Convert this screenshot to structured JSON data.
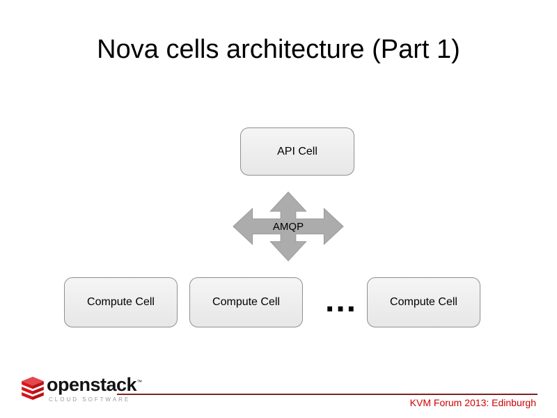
{
  "slide": {
    "title": "Nova cells architecture (Part 1)",
    "diagram": {
      "api_cell_label": "API Cell",
      "amqp_label": "AMQP",
      "compute_cells": [
        "Compute Cell",
        "Compute Cell",
        "Compute Cell"
      ],
      "ellipsis": "..."
    },
    "footer": {
      "logo_text": "openstack",
      "logo_tm": "™",
      "logo_subtext": "CLOUD SOFTWARE",
      "event": "KVM Forum 2013: Edinburgh"
    },
    "colors": {
      "arrow_fill": "#acacac",
      "arrow_stroke": "#9a9a9a",
      "logo_red": "#d5151c",
      "logo_red_light": "#e4474d",
      "accent_red": "#cc0000",
      "line_red": "#7d2323"
    }
  }
}
